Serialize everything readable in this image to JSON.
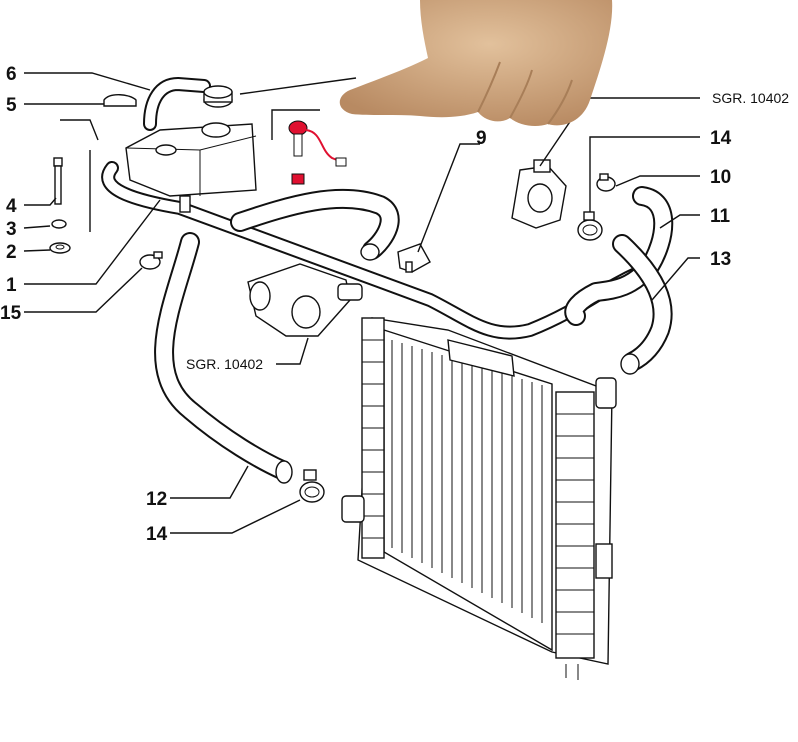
{
  "callouts": [
    {
      "id": "6",
      "text": "6"
    },
    {
      "id": "5",
      "text": "5"
    },
    {
      "id": "4",
      "text": "4"
    },
    {
      "id": "3",
      "text": "3"
    },
    {
      "id": "2",
      "text": "2"
    },
    {
      "id": "1",
      "text": "1"
    },
    {
      "id": "15",
      "text": "15"
    },
    {
      "id": "9",
      "text": "9"
    },
    {
      "id": "14a",
      "text": "14"
    },
    {
      "id": "10",
      "text": "10"
    },
    {
      "id": "11",
      "text": "11"
    },
    {
      "id": "13",
      "text": "13"
    },
    {
      "id": "12",
      "text": "12"
    },
    {
      "id": "14b",
      "text": "14"
    }
  ],
  "references": {
    "top_right": "SGR. 10402",
    "middle": "SGR. 10402"
  },
  "colors": {
    "line": "#111111",
    "sensor_highlight": "#e01030",
    "hand_skin": "#d2ad85"
  },
  "icons": {
    "overlay": "pointing-hand-icon"
  }
}
